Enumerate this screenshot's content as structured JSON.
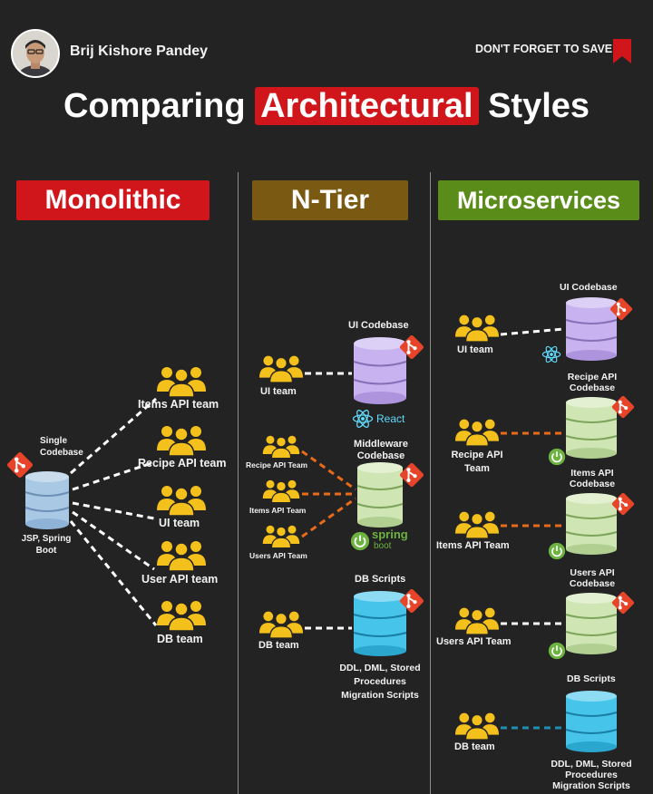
{
  "header": {
    "author": "Brij Kishore Pandey",
    "save_prompt": "DON'T FORGET TO SAVE"
  },
  "title": {
    "before": "Comparing",
    "highlight": "Architectural",
    "after": "Styles"
  },
  "columns": {
    "monolithic": {
      "heading": "Monolithic",
      "codebase_label": "Single Codebase",
      "tech_label": "JSP, Spring Boot",
      "teams": [
        "Items API team",
        "Recipe API team",
        "UI team",
        "User API team",
        "DB team"
      ]
    },
    "ntier": {
      "heading": "N-Tier",
      "ui_codebase": "UI Codebase",
      "ui_team": "UI team",
      "react": "React",
      "middleware_codebase": "Middleware Codebase",
      "middleware_teams": [
        "Recipe API Team",
        "Items API Team",
        "Users API Team"
      ],
      "spring": "spring",
      "boot": "boot",
      "db_scripts": "DB Scripts",
      "db_team": "DB team",
      "db_desc": "DDL, DML, Stored Procedures Migration Scripts"
    },
    "microservices": {
      "heading": "Microservices",
      "ui_codebase": "UI Codebase",
      "ui_team": "UI team",
      "recipe_codebase": "Recipe API Codebase",
      "recipe_team": "Recipe API Team",
      "items_codebase": "Items API Codebase",
      "items_team": "Items API Team",
      "users_codebase": "Users API Codebase",
      "users_team": "Users API Team",
      "db_scripts": "DB Scripts",
      "db_team": "DB team",
      "db_desc": "DDL, DML, Stored Procedures Migration Scripts"
    }
  },
  "colors": {
    "background": "#232324",
    "red": "#d0161b",
    "ntier": "#7a5a12",
    "microservices": "#5a8c1a",
    "git": "#e8442a",
    "react": "#61dafb",
    "spring": "#6db33f",
    "people": "#f4c01c",
    "db_blue": "#a9c8e4",
    "db_purple": "#c8b2f0",
    "db_green": "#cfe6b4",
    "db_cyan": "#46c4ea",
    "orange_link": "#e86b1a"
  },
  "icons": [
    "people-icon",
    "database-icon",
    "git-icon",
    "react-icon",
    "spring-icon",
    "bookmark-icon",
    "avatar"
  ]
}
